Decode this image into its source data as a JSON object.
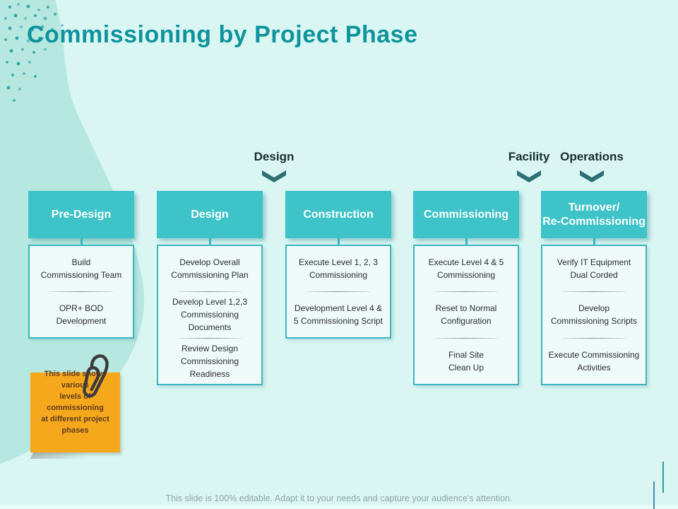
{
  "slide": {
    "title": "Commissioning by Project Phase",
    "phase_labels": [
      {
        "text": "Design"
      },
      {
        "text": "Facility"
      },
      {
        "text": "Operations"
      }
    ],
    "columns": [
      {
        "title": "Pre-Design",
        "items": [
          "Build\nCommissioning Team",
          "OPR+ BOD\nDevelopment"
        ]
      },
      {
        "title": "Design",
        "items": [
          "Develop Overall\nCommissioning Plan",
          "Develop Level 1,2,3\nCommissioning Documents",
          "Review Design\nCommissioning Readiness"
        ]
      },
      {
        "title": "Construction",
        "items": [
          "Execute Level 1, 2, 3\nCommissioning",
          "Development Level 4 &\n5 Commissioning Script"
        ]
      },
      {
        "title": "Commissioning",
        "items": [
          "Execute Level 4 & 5\nCommissioning",
          "Reset to Normal\nConfiguration",
          "Final Site\nClean Up"
        ]
      },
      {
        "title": "Turnover/\nRe-Commissioning",
        "items": [
          "Verify IT Equipment\nDual Corded",
          "Develop\nCommissioning Scripts",
          "Execute Commissioning\nActivities"
        ]
      }
    ],
    "note": {
      "text": "This slide shows various\nlevels of commissioning\nat different project phases"
    },
    "footer": "This slide is 100% editable. Adapt it to your needs and capture your audience's attention.",
    "colors": {
      "background": "#d9f6f3",
      "blob": "#b7e8e0",
      "title_teal": "#0f939c",
      "header_teal": "#3ec3c9",
      "body_fill": "#effbfb",
      "body_border": "#3bb6bd",
      "chevron_dark_teal": "#2c6f75",
      "note_orange": "#f6a81d",
      "note_text_brown": "#5f3a1e",
      "footer_gray": "#8fa6a4"
    }
  }
}
